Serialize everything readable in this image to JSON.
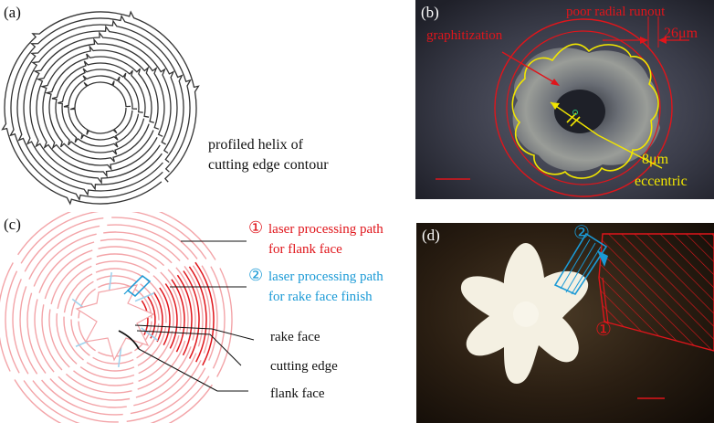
{
  "panel_a": {
    "label": "(a)",
    "caption_line1": "profiled helix of",
    "caption_line2": "cutting edge contour"
  },
  "panel_b": {
    "label": "(b)",
    "graphitization": "graphitization",
    "runout": "poor radial runout",
    "runout_value": "26μm",
    "eccentric_value": "8μm",
    "eccentric": "eccentric"
  },
  "panel_c": {
    "label": "(c)",
    "path1_number": "①",
    "path1_line1": "laser processing path",
    "path1_line2": "for flank face",
    "path2_number": "②",
    "path2_line1": "laser processing path",
    "path2_line2": "for rake face finish",
    "rake_face": "rake face",
    "cutting_edge": "cutting edge",
    "flank_face": "flank face"
  },
  "panel_d": {
    "label": "(d)",
    "marker1": "①",
    "marker2": "②"
  },
  "colors": {
    "red": "#e0151b",
    "pink": "#f3a4a8",
    "blue": "#1b9ad6",
    "light_blue": "#9fd3ee",
    "yellow": "#f2e600"
  }
}
